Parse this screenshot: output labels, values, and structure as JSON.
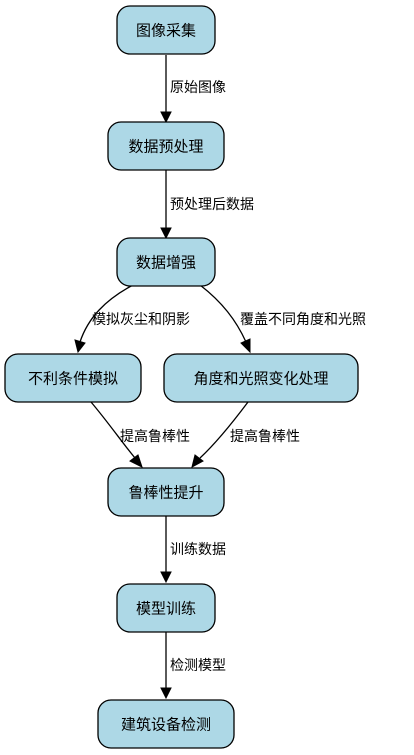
{
  "nodes": {
    "capture": "图像采集",
    "preprocess": "数据预处理",
    "augment": "数据增强",
    "adverse": "不利条件模拟",
    "angle_light": "角度和光照变化处理",
    "robustness": "鲁棒性提升",
    "train": "模型训练",
    "detect": "建筑设备检测"
  },
  "edges": {
    "capture_preprocess": "原始图像",
    "preprocess_augment": "预处理后数据",
    "augment_adverse": "模拟灰尘和阴影",
    "augment_angle": "覆盖不同角度和光照",
    "adverse_robust": "提高鲁棒性",
    "angle_robust": "提高鲁棒性",
    "robust_train": "训练数据",
    "train_detect": "检测模型"
  },
  "colors": {
    "node_fill": "#add8e6",
    "stroke": "#000000"
  }
}
